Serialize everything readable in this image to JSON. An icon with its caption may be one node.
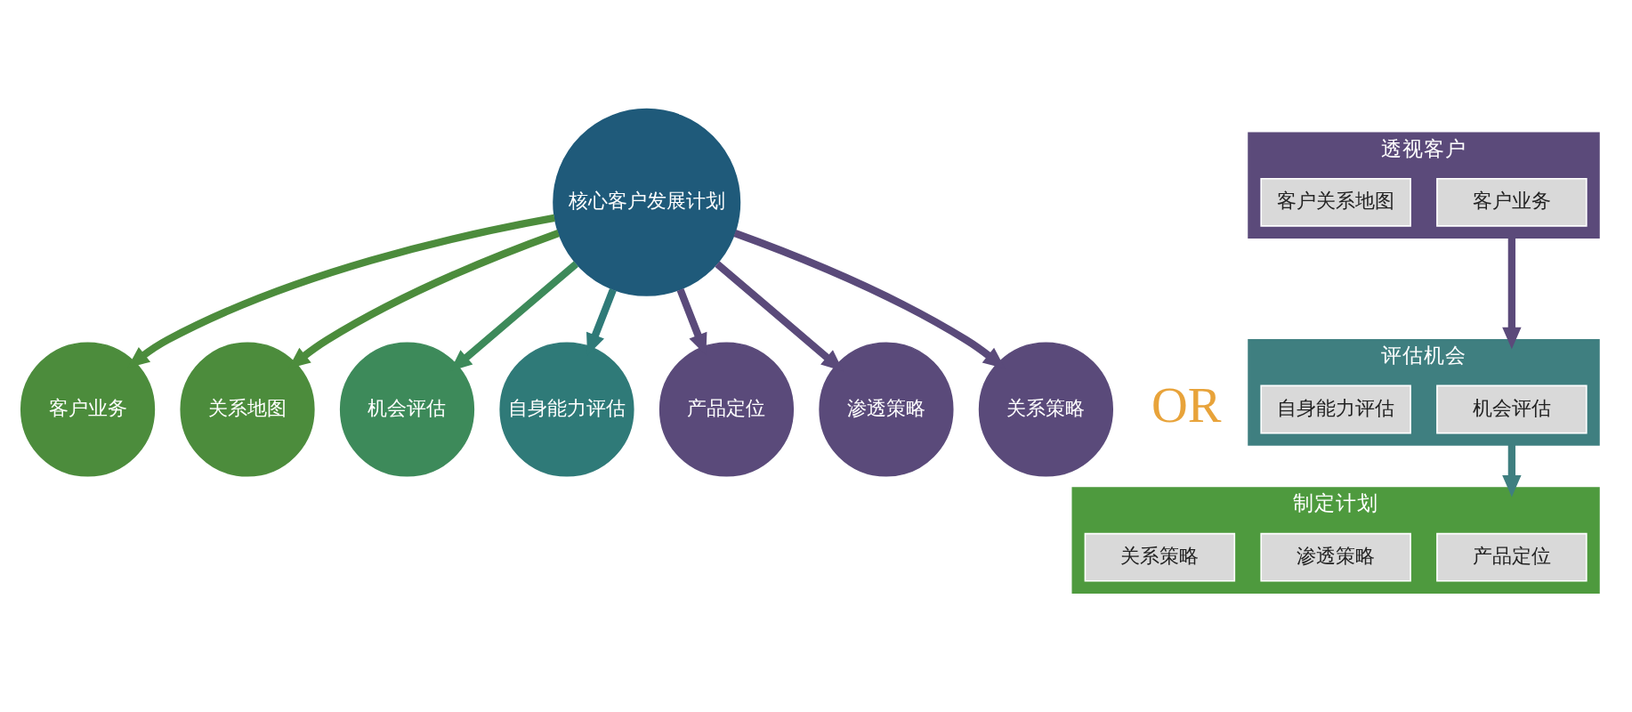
{
  "diagram": {
    "nodes": [
      {
        "text": [
          "核心客户发展计划"
        ]
      },
      {
        "text": [
          "客户业务"
        ]
      },
      {
        "text": [
          "关系地图"
        ]
      },
      {
        "text": [
          "机会评估"
        ]
      },
      {
        "text": [
          "自身能力评估"
        ]
      },
      {
        "text": [
          "产品定位"
        ]
      },
      {
        "text": [
          "渗透策略"
        ]
      },
      {
        "text": [
          "关系策略"
        ]
      },
      {
        "text": [
          "透视客户"
        ]
      },
      {
        "text": [
          "客户业务"
        ],
        "in": 8
      },
      {
        "text": [
          "客户关系地图"
        ],
        "in": 8
      },
      {
        "text": [
          "评估机会"
        ]
      },
      {
        "text": [
          "机会评估"
        ],
        "in": 11
      },
      {
        "text": [
          "自身能力评估"
        ],
        "in": 11
      },
      {
        "text": [
          "制定计划"
        ]
      },
      {
        "text": [
          "产品定位"
        ],
        "in": 14
      },
      {
        "text": [
          "渗透策略"
        ],
        "in": 14
      },
      {
        "text": [
          "关系策略"
        ],
        "in": 14
      }
    ],
    "edges": [
      {
        "from": 0,
        "to": 1,
        "arrow": "to"
      },
      {
        "from": 0,
        "to": 2,
        "arrow": "to"
      },
      {
        "from": 0,
        "to": 3,
        "arrow": "to"
      },
      {
        "from": 0,
        "to": 4,
        "arrow": "to"
      },
      {
        "from": 0,
        "to": 5,
        "arrow": "to"
      },
      {
        "from": 0,
        "to": 6,
        "arrow": "to"
      },
      {
        "from": 0,
        "to": 7,
        "arrow": "to"
      },
      {
        "from": 8,
        "to": 11,
        "arrow": "to"
      },
      {
        "from": 11,
        "to": 14,
        "arrow": "to"
      }
    ],
    "labels": [
      "OR"
    ]
  }
}
